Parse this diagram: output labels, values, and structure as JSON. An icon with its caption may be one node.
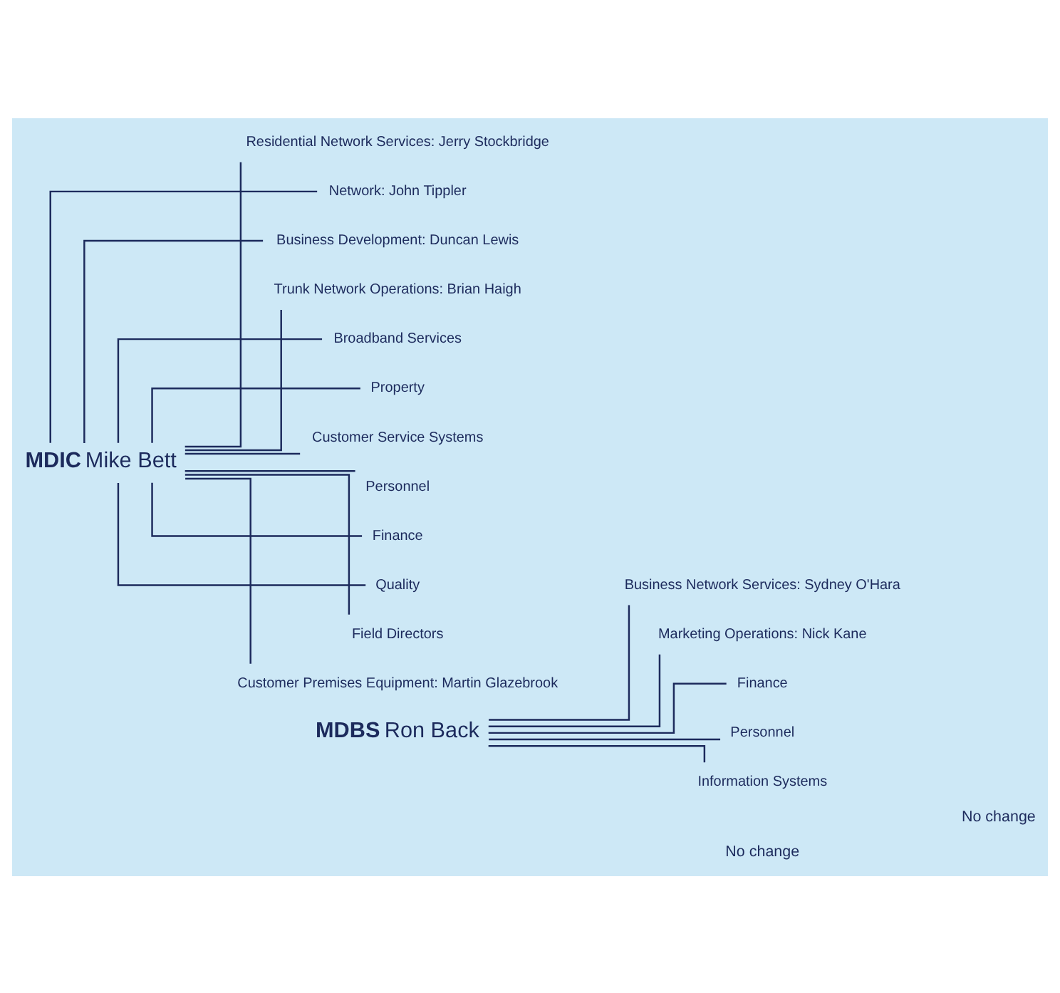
{
  "diagram": {
    "nodes": [
      {
        "text": [
          "MDIC",
          "Mike Bett"
        ]
      },
      {
        "text": [
          "Residential Network Services: Jerry Stockbridge"
        ]
      },
      {
        "text": [
          "Network: John Tippler"
        ]
      },
      {
        "text": [
          "Business Development: Duncan Lewis"
        ]
      },
      {
        "text": [
          "Trunk Network Operations: Brian Haigh"
        ]
      },
      {
        "text": [
          "Broadband Services"
        ]
      },
      {
        "text": [
          "Property"
        ]
      },
      {
        "text": [
          "Customer Service Systems"
        ]
      },
      {
        "text": [
          "Personnel"
        ]
      },
      {
        "text": [
          "Finance"
        ]
      },
      {
        "text": [
          "Quality"
        ]
      },
      {
        "text": [
          "Field Directors"
        ]
      },
      {
        "text": [
          "Customer Premises Equipment: Martin Glazebrook"
        ]
      },
      {
        "text": [
          "MDBS",
          "Ron Back"
        ]
      },
      {
        "text": [
          "Business Network Services: Sydney O'Hara"
        ]
      },
      {
        "text": [
          "Marketing Operations: Nick Kane"
        ]
      },
      {
        "text": [
          "Finance"
        ]
      },
      {
        "text": [
          "Personnel"
        ]
      },
      {
        "text": [
          "Information Systems"
        ]
      }
    ],
    "edges": [
      {
        "from": 0,
        "to": 1,
        "arrow": "none"
      },
      {
        "from": 0,
        "to": 2,
        "arrow": "none"
      },
      {
        "from": 0,
        "to": 3,
        "arrow": "none"
      },
      {
        "from": 0,
        "to": 4,
        "arrow": "none"
      },
      {
        "from": 0,
        "to": 5,
        "arrow": "none"
      },
      {
        "from": 0,
        "to": 6,
        "arrow": "none"
      },
      {
        "from": 0,
        "to": 7,
        "arrow": "none"
      },
      {
        "from": 0,
        "to": 8,
        "arrow": "none"
      },
      {
        "from": 0,
        "to": 9,
        "arrow": "none"
      },
      {
        "from": 0,
        "to": 10,
        "arrow": "none"
      },
      {
        "from": 0,
        "to": 11,
        "arrow": "none"
      },
      {
        "from": 0,
        "to": 12,
        "arrow": "none"
      },
      {
        "from": 13,
        "to": 14,
        "arrow": "none"
      },
      {
        "from": 13,
        "to": 15,
        "arrow": "none"
      },
      {
        "from": 13,
        "to": 16,
        "arrow": "none"
      },
      {
        "from": 13,
        "to": 17,
        "arrow": "none"
      },
      {
        "from": 13,
        "to": 18,
        "arrow": "none"
      }
    ],
    "labels": [
      "No change",
      "No change"
    ]
  }
}
